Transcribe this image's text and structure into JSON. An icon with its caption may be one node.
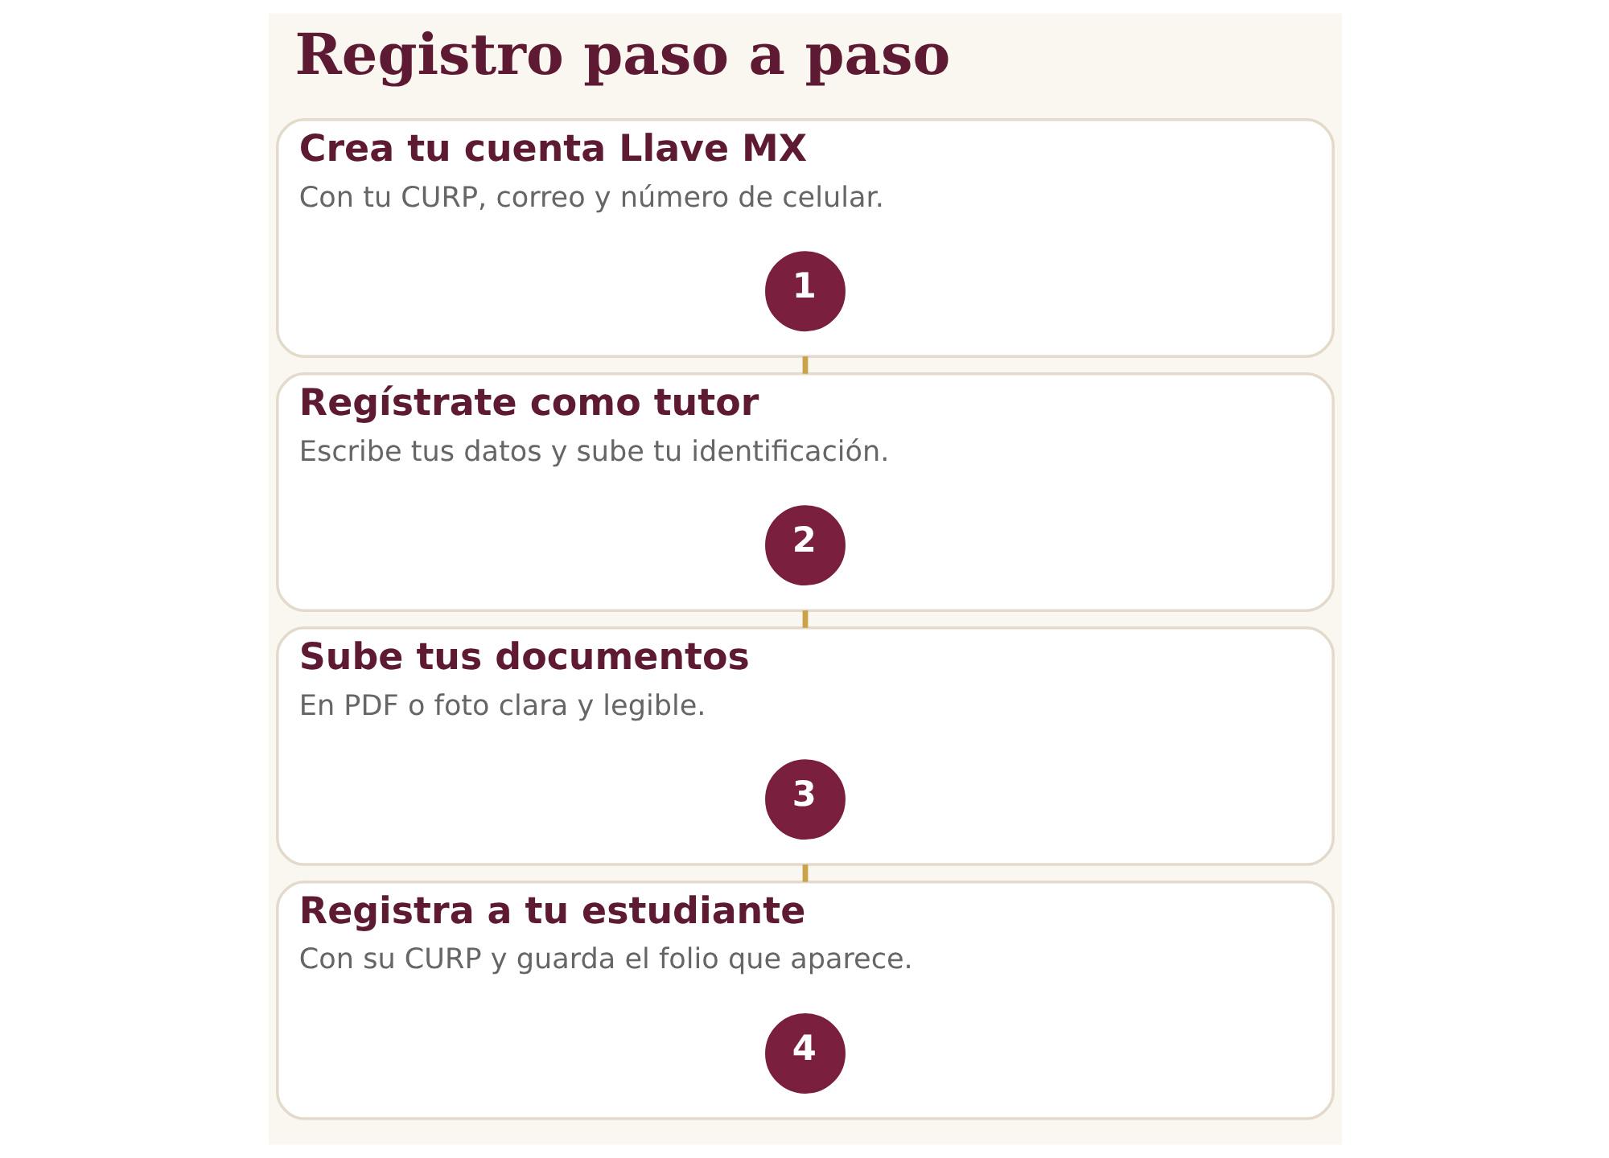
{
  "diagram": {
    "title": "Registro paso a paso",
    "nodes": [
      {
        "text": [
          "Crea tu cuenta Llave MX",
          "Con tu CURP, correo y número de celular."
        ]
      },
      {
        "text": [
          "1"
        ],
        "in": 0
      },
      {
        "text": [
          "Regístrate como tutor",
          "Escribe tus datos y sube tu identificación."
        ]
      },
      {
        "text": [
          "2"
        ],
        "in": 2
      },
      {
        "text": [
          "Sube tus documentos",
          "En PDF o foto clara y legible."
        ]
      },
      {
        "text": [
          "3"
        ],
        "in": 4
      },
      {
        "text": [
          "Registra a tu estudiante",
          "Con su CURP y guarda el folio que aparece."
        ]
      },
      {
        "text": [
          "4"
        ],
        "in": 6
      }
    ],
    "edges": [
      {
        "from": 0,
        "to": 2,
        "arrow": "none"
      },
      {
        "from": 2,
        "to": 4,
        "arrow": "none"
      },
      {
        "from": 4,
        "to": 6,
        "arrow": "none"
      }
    ]
  }
}
